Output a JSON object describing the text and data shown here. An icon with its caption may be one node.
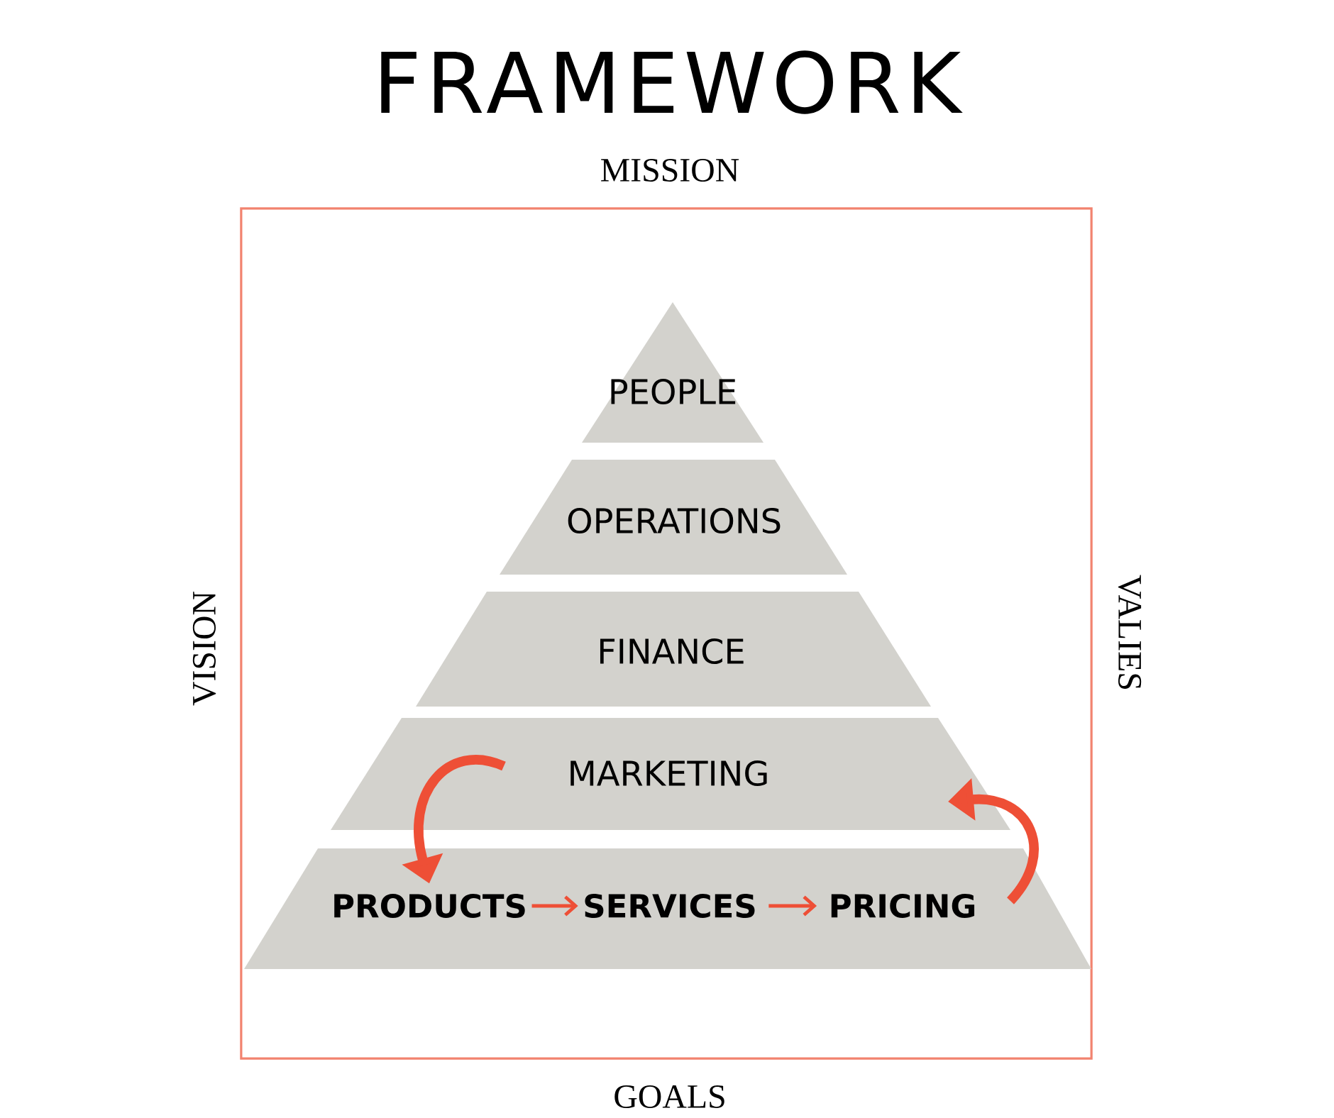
{
  "diagram": {
    "title": "FRAMEWORK",
    "nodes": [
      {
        "text": [],
        "shape": "box",
        "beside": [
          "MISSION",
          "VISION",
          "VALIES",
          "GOALS"
        ]
      },
      {
        "text": [
          "PEOPLE"
        ],
        "in": 0
      },
      {
        "text": [
          "OPERATIONS"
        ],
        "in": 0
      },
      {
        "text": [
          "FINANCE"
        ],
        "in": 0
      },
      {
        "text": [
          "MARKETING"
        ],
        "in": 0
      },
      {
        "text": [],
        "shape": "trapezoid",
        "in": 0
      },
      {
        "text": [
          "PRODUCTS"
        ],
        "in": 5
      },
      {
        "text": [
          "SERVICES"
        ],
        "in": 5
      },
      {
        "text": [
          "PRICING"
        ],
        "in": 5
      }
    ],
    "edges": [
      {
        "from": 4,
        "to": 6,
        "arrow": "to",
        "style": "thick"
      },
      {
        "from": 6,
        "to": 7,
        "arrow": "to"
      },
      {
        "from": 7,
        "to": 8,
        "arrow": "to"
      },
      {
        "from": 8,
        "to": 4,
        "arrow": "to",
        "style": "thick"
      }
    ]
  }
}
